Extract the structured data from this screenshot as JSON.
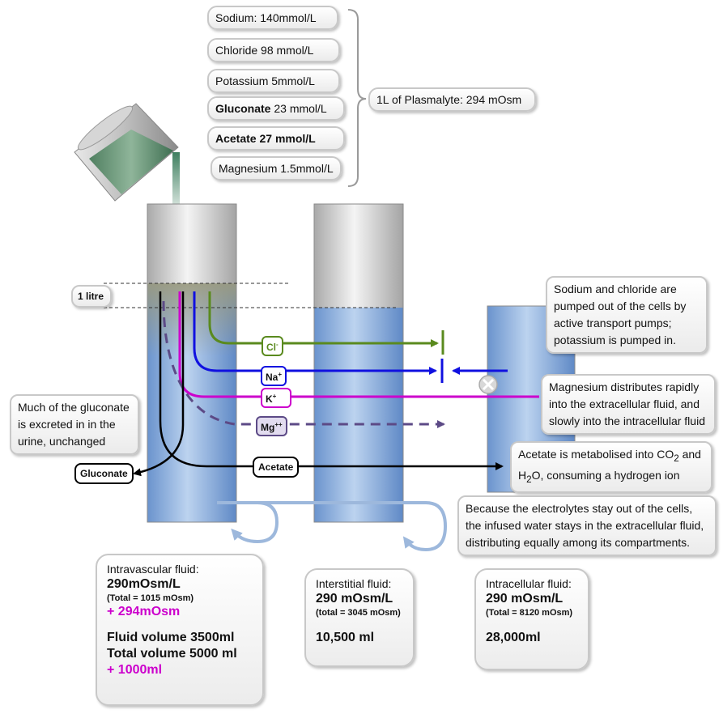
{
  "electrolytes": {
    "sodium": "Sodium: 140mmol/L",
    "chloride": "Chloride 98 mmol/L",
    "potassium": "Potassium 5mmol/L",
    "gluconate_name": "Gluconate",
    "gluconate_value": " 23 mmol/L",
    "acetate_name": "Acetate",
    "acetate_value": " 27  mmol/L",
    "magnesium": "Magnesium 1.5mmol/L"
  },
  "plasmalyte_label": "1L of Plasmalyte: 294 mOsm",
  "litre_label": "1 litre",
  "ion_labels": {
    "cl": "Cl",
    "cl_sup": "-",
    "na": "Na",
    "na_sup": "+",
    "k": "K",
    "k_sup": "+",
    "mg": "Mg",
    "mg_sup": "++",
    "gluconate": "Gluconate",
    "acetate": "Acetate"
  },
  "notes": {
    "sodium_chloride": [
      "Sodium and chloride are",
      "pumped out of the cells by",
      "active transport pumps;",
      "potassium is pumped in."
    ],
    "magnesium": [
      "Magnesium distributes rapidly",
      "into the extracellular fluid, and",
      "slowly into the intracellular fluid"
    ],
    "acetate_line1_a": "Acetate is metabolised into CO",
    "acetate_line1_sub": "2",
    "acetate_line1_b": " and",
    "acetate_line2_a": "H",
    "acetate_line2_sub": "2",
    "acetate_line2_b": "O, consuming a hydrogen ion",
    "electrolytes": [
      "Because the electrolytes stay out of the cells,",
      "the infused water stays in the extracellular fluid,",
      "distributing equally among its compartments."
    ],
    "gluconate": [
      "Much of the gluconate",
      "is excreted in in the",
      "urine, unchanged"
    ]
  },
  "panels": {
    "intravascular": {
      "title": "Intravascular fluid:",
      "osm": "290mOsm/L",
      "total": "(Total = 1015 mOsm)",
      "added": "+ 294mOsm",
      "fluid_volume": "Fluid volume 3500ml",
      "total_volume": "Total volume 5000 ml",
      "added_volume": "+ 1000ml"
    },
    "interstitial": {
      "title": "Interstitial fluid:",
      "osm": "290 mOsm/L",
      "total": "(total = 3045 mOsm)",
      "volume": "10,500 ml"
    },
    "intracellular": {
      "title": "Intracellular fluid:",
      "osm": "290 mOsm/L",
      "total": "(Total = 8120 mOsm)",
      "volume": "28,000ml"
    }
  },
  "colors": {
    "chloride": "#5a8a1e",
    "sodium": "#1010e0",
    "potassium": "#cc00cc",
    "magnesium": "#5c4a86",
    "fluid_blue": "#6f9fd8",
    "box_border": "#c8c8c8"
  }
}
